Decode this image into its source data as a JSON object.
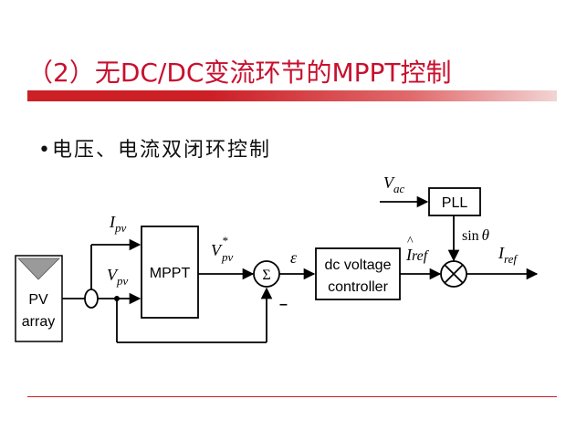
{
  "slide": {
    "title": "（2）无DC/DC变流环节的MPPT控制",
    "bullet": "•电压、电流双闭环控制"
  },
  "diagram": {
    "pv_block": {
      "line1": "PV",
      "line2": "array"
    },
    "mppt_block": "MPPT",
    "sum_symbol": "Σ",
    "minus_sign": "–",
    "controller_block": {
      "line1": "dc voltage",
      "line2": "controller"
    },
    "pll_block": "PLL",
    "multiply_symbol": "×",
    "signals": {
      "ipv": {
        "main": "I",
        "sub": "pv"
      },
      "vpv": {
        "main": "V",
        "sub": "pv"
      },
      "vpv_star": {
        "main": "V",
        "sup": "*",
        "sub": "pv"
      },
      "epsilon": "ε",
      "vac": {
        "main": "V",
        "sub": "ac"
      },
      "iref_hat": {
        "hat": "^",
        "main": "I",
        "sub": "ref"
      },
      "sin_theta": {
        "fn": "sin",
        "arg": "θ"
      },
      "iref": {
        "main": "I",
        "sub": "ref"
      }
    }
  }
}
